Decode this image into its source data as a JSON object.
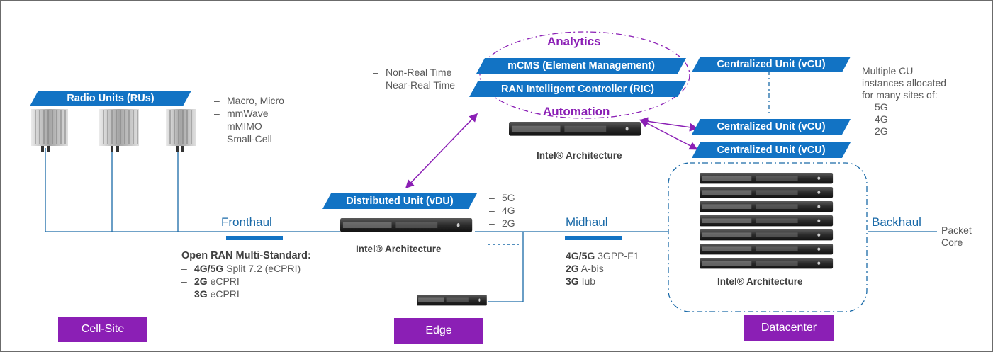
{
  "sites": {
    "cell_site": "Cell-Site",
    "edge": "Edge",
    "datacenter": "Datacenter"
  },
  "banners": {
    "radio_units": "Radio Units (RUs)",
    "distributed_unit": "Distributed Unit (vDU)",
    "mcms": "mCMS (Element Management)",
    "ric": "RAN Intelligent Controller (RIC)",
    "vcu_1": "Centralized Unit (vCU)",
    "vcu_2": "Centralized Unit (vCU)",
    "vcu_3": "Centralized Unit (vCU)"
  },
  "ellipse": {
    "analytics": "Analytics",
    "automation": "Automation"
  },
  "ric_modes": [
    "Non-Real Time",
    "Near-Real Time"
  ],
  "ru_types": [
    "Macro, Micro",
    "mmWave",
    "mMIMO",
    "Small-Cell"
  ],
  "du_generations": [
    "5G",
    "4G",
    "2G"
  ],
  "cu_note": {
    "lines": [
      "Multiple CU",
      "instances allocated",
      "for many sites of:"
    ],
    "generations": [
      "5G",
      "4G",
      "2G"
    ]
  },
  "links": {
    "fronthaul": "Fronthaul",
    "midhaul": "Midhaul",
    "backhaul": "Backhaul",
    "packet_core_1": "Packet",
    "packet_core_2": "Core"
  },
  "architecture": {
    "edge": "Intel® Architecture",
    "top": "Intel® Architecture",
    "datacenter": "Intel® Architecture"
  },
  "fronthaul_spec": {
    "title": "Open RAN Multi-Standard:",
    "items": [
      {
        "bold": "4G/5G",
        "rest": " Split 7.2 (eCPRI)"
      },
      {
        "bold": "2G",
        "rest": " eCPRI"
      },
      {
        "bold": "3G",
        "rest": " eCPRI"
      }
    ]
  },
  "midhaul_spec": [
    {
      "bold": "4G/5G",
      "rest": " 3GPP-F1"
    },
    {
      "bold": "2G",
      "rest": " A-bis"
    },
    {
      "bold": "3G",
      "rest": " Iub"
    }
  ],
  "list_dash": "–",
  "colors": {
    "blue": "#1273c4",
    "purple": "#8b1fb5",
    "line": "#1a6aa8"
  }
}
